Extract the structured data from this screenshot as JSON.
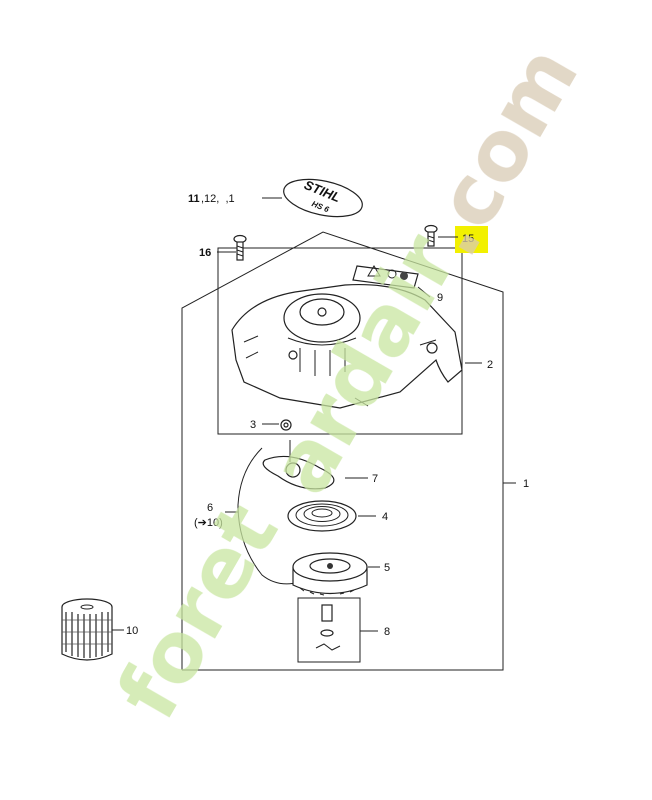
{
  "callouts": {
    "c_11_12_1_bold": "11",
    "c_11_12_1_rest": ",12,  ,1",
    "c_16": "16",
    "c_15": "15",
    "c_9": "9",
    "c_2": "2",
    "c_3": "3",
    "c_7": "7",
    "c_1": "1",
    "c_6": "6",
    "c_6_ref": "(➔10)",
    "c_4": "4",
    "c_5": "5",
    "c_8": "8",
    "c_10": "10"
  },
  "logo": {
    "line1": "STIHL",
    "line2": "HS 6"
  },
  "watermark": {
    "prefix": "foret",
    "middle": "ardair",
    "suffix": ".com"
  },
  "colors": {
    "highlight": "#f2f000",
    "watermark_green": "#c8e6a0",
    "watermark_orange": "#f7c89a",
    "watermark_tan": "#d9cbb5"
  },
  "icons": [
    "screw-icon",
    "warning-triangle-icon",
    "spool-icon",
    "cap-icon"
  ]
}
